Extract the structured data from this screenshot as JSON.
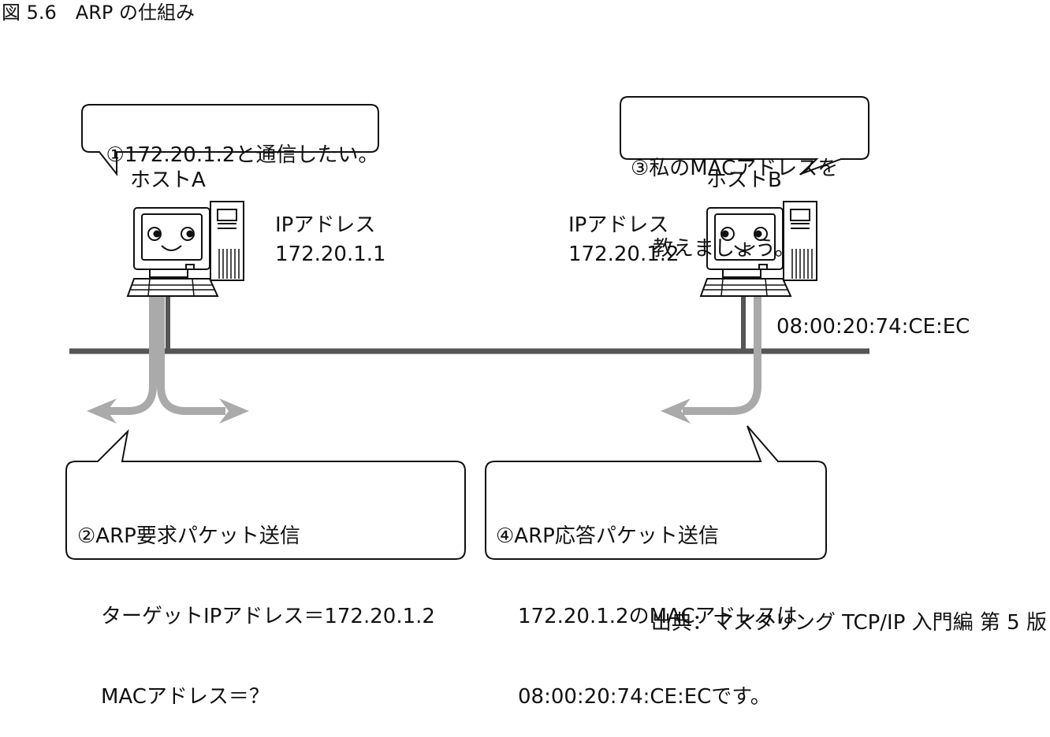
{
  "figure_title": "図 5.6　ARP の仕組み",
  "source": "出典：マスタリング TCP/IP 入門編 第 5 版",
  "host_a": {
    "name": "ホストA",
    "ip_label": "IPアドレス",
    "ip_value": "172.20.1.1"
  },
  "host_b": {
    "name": "ホストB",
    "ip_label": "IPアドレス",
    "ip_value": "172.20.1.2",
    "mac": "08:00:20:74:CE:EC"
  },
  "bubbles": {
    "step1": {
      "line1": "①172.20.1.2と通信したい。"
    },
    "step2": {
      "line1": "②ARP要求パケット送信",
      "line2": "ターゲットIPアドレス＝172.20.1.2",
      "line3": "MACアドレス＝？"
    },
    "step3": {
      "line1": "③私のMACアドレスを",
      "line2": "教えましょう。"
    },
    "step4": {
      "line1": "④ARP応答パケット送信",
      "line2": "172.20.1.2のMACアドレスは",
      "line3": "08:00:20:74:CE:ECです。"
    }
  },
  "colors": {
    "network_line": "#555555",
    "packet_arrow": "#aaaaaa",
    "outline": "#111111"
  }
}
